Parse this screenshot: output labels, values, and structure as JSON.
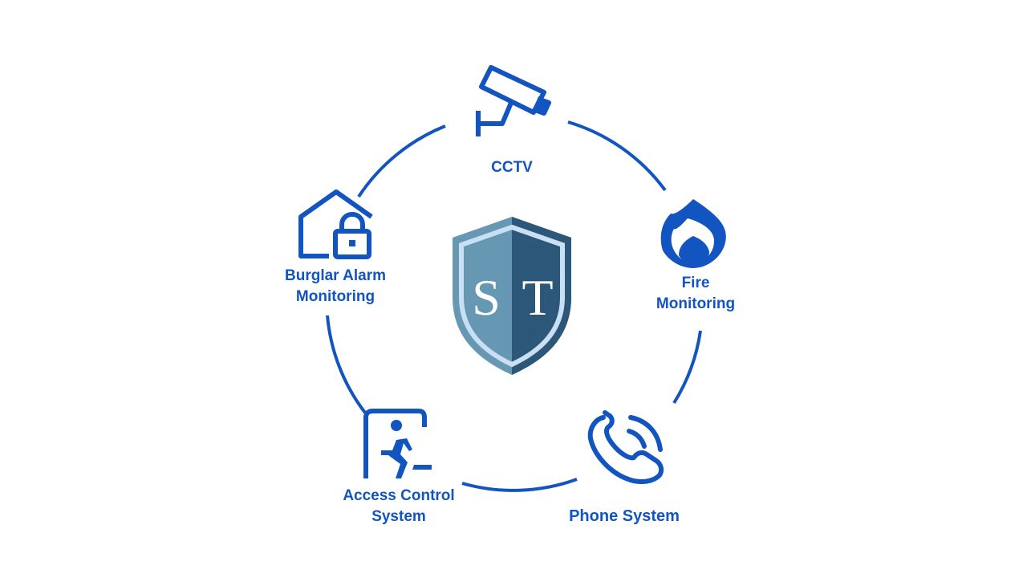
{
  "colors": {
    "accent": "#1254c0",
    "shield_left": "#6698b4",
    "shield_right": "#2c5778",
    "shield_border": "#c9dff3",
    "background": "#ffffff"
  },
  "logo": {
    "letters_left": "S",
    "letters_right": "T"
  },
  "nodes": [
    {
      "id": "cctv",
      "icon": "cctv-camera-icon",
      "label": "CCTV"
    },
    {
      "id": "fire",
      "icon": "flame-icon",
      "label_line1": "Fire",
      "label_line2": "Monitoring"
    },
    {
      "id": "phone",
      "icon": "phone-ringing-icon",
      "label": "Phone System"
    },
    {
      "id": "access",
      "icon": "emergency-exit-icon",
      "label_line1": "Access Control",
      "label_line2": "System"
    },
    {
      "id": "burglar",
      "icon": "house-lock-icon",
      "label_line1": "Burglar Alarm",
      "label_line2": "Monitoring"
    }
  ]
}
